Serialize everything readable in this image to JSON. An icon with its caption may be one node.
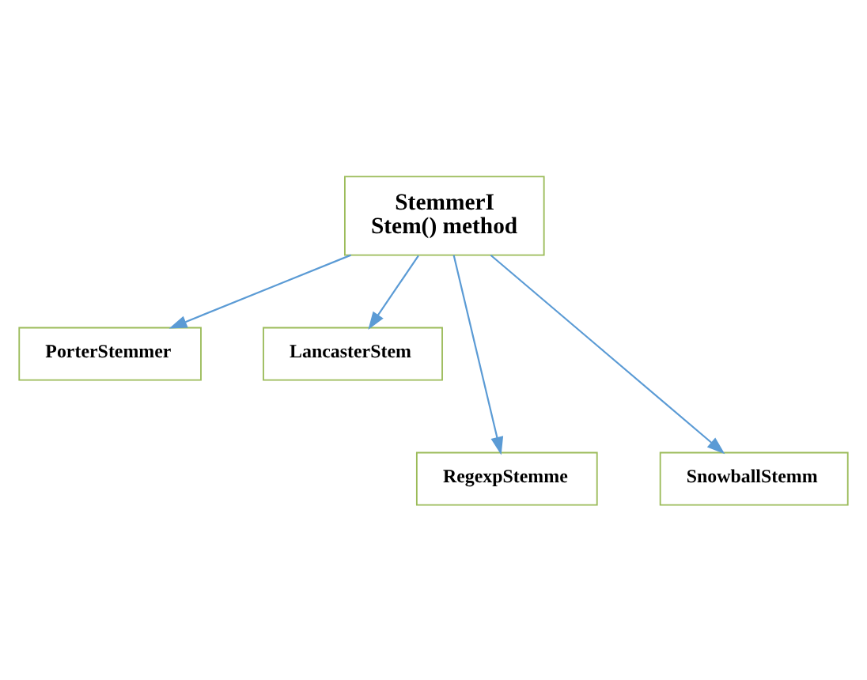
{
  "diagram": {
    "nodes": [
      {
        "text": [
          "StemmerI",
          "Stem() method"
        ]
      },
      {
        "text": [
          "PorterStemmer"
        ]
      },
      {
        "text": [
          "LancasterStem"
        ]
      },
      {
        "text": [
          "RegexpStemme"
        ]
      },
      {
        "text": [
          "SnowballStemm"
        ]
      }
    ],
    "edges": [
      {
        "from": 0,
        "to": 1,
        "arrow": "to"
      },
      {
        "from": 0,
        "to": 2,
        "arrow": "to"
      },
      {
        "from": 0,
        "to": 3,
        "arrow": "to"
      },
      {
        "from": 0,
        "to": 4,
        "arrow": "to"
      }
    ]
  }
}
